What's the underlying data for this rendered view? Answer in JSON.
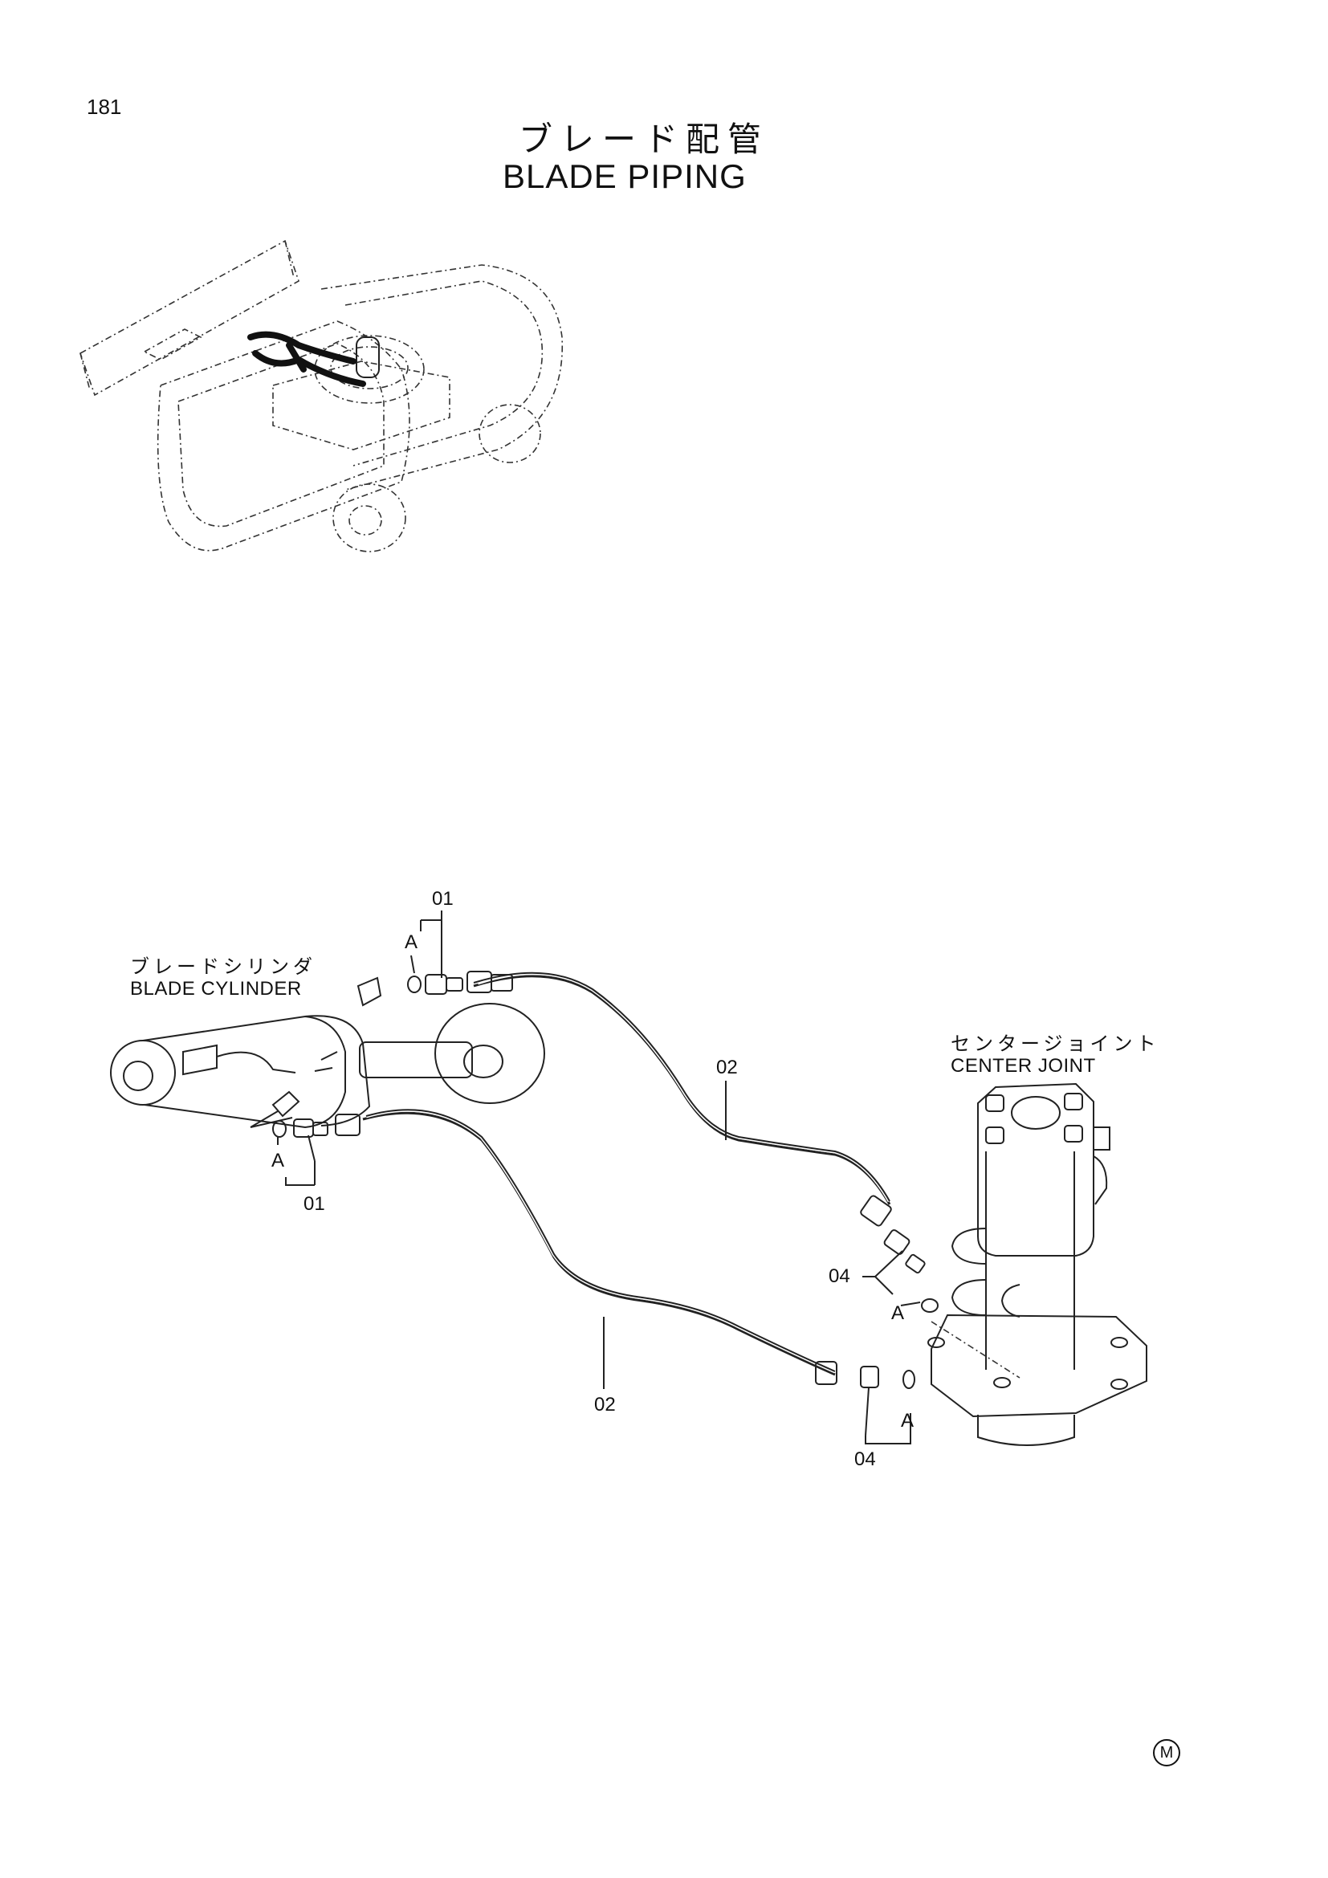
{
  "page": {
    "number": "181",
    "title_jp": "ブレード配管",
    "title_en": "BLADE PIPING"
  },
  "labels": {
    "blade_cylinder_jp": "ブレードシリンダ",
    "blade_cylinder_en": "BLADE CYLINDER",
    "center_joint_jp": "センタージョイント",
    "center_joint_en": "CENTER JOINT"
  },
  "refs": {
    "part_01": "01",
    "part_02": "02",
    "part_04": "04",
    "view_a": "A"
  },
  "mark": "M"
}
